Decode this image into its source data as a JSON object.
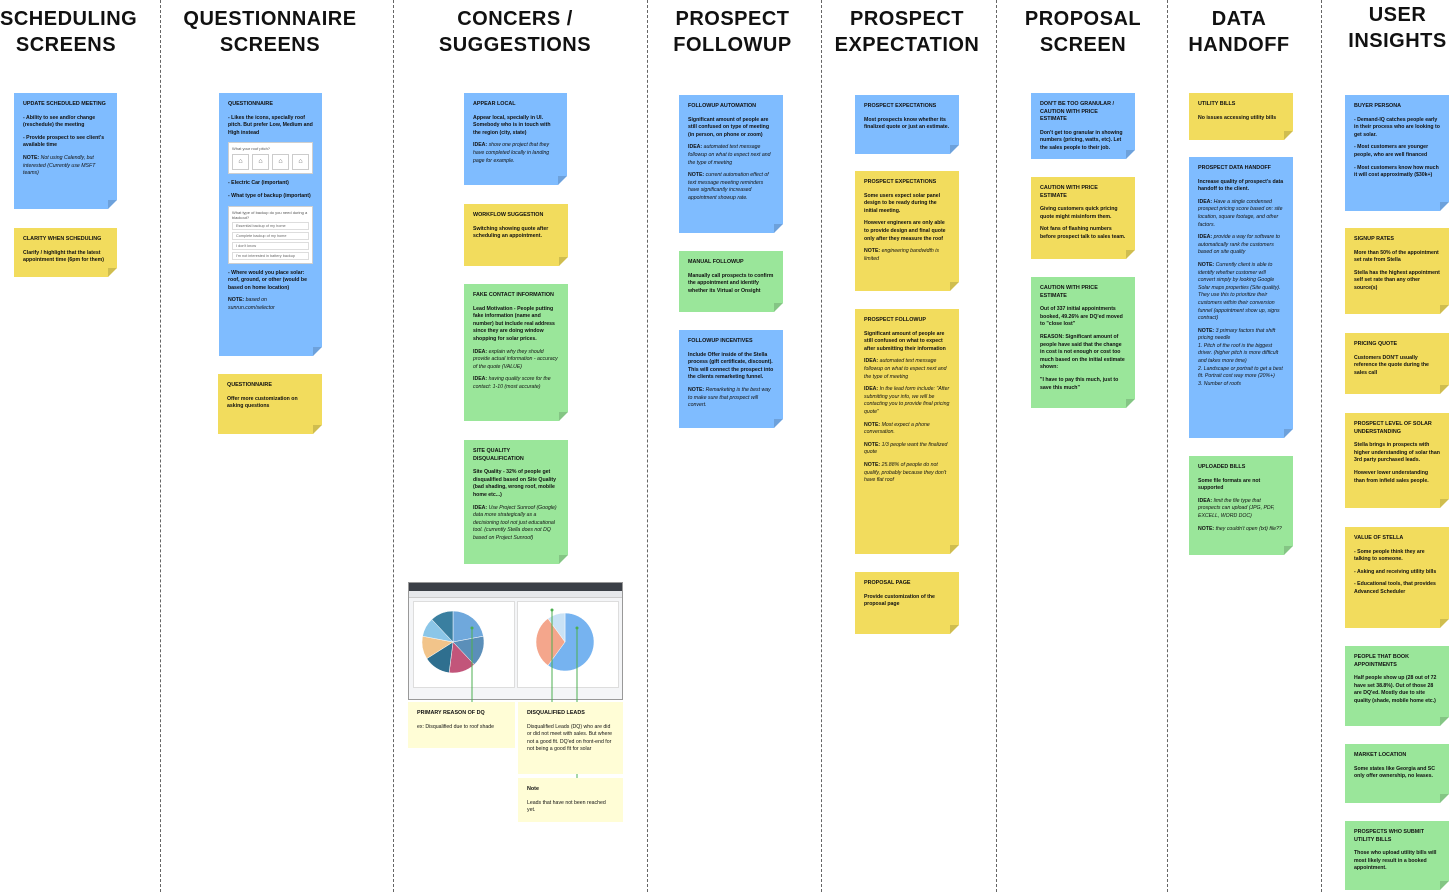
{
  "columns": [
    {
      "title": "SCHEDULING\nSCREENS"
    },
    {
      "title": "QUESTIONNAIRE\nSCREENS"
    },
    {
      "title": "CONCERS /\nSUGGESTIONS"
    },
    {
      "title": "PROSPECT\nFOLLOWUP"
    },
    {
      "title": "PROSPECT\nEXPECTATION"
    },
    {
      "title": "PROPOSAL\nSCREEN"
    },
    {
      "title": "DATA\nHANDOFF"
    },
    {
      "title": "USER\nINSIGHTS"
    }
  ],
  "sched": {
    "n1": {
      "title": "UPDATE SCHEDULED MEETING",
      "b1": "- Ability to see and/or change (reschedule) the meeting",
      "b2": "- Provide prospect to see client's available time",
      "note_label": "NOTE:",
      "note": "Not using Calendly, but interested (Currently use MSFT teams)"
    },
    "n2": {
      "title": "CLARITY WHEN SCHEDULING",
      "b1": "Clarify / highlight that the latest appointment time (6pm for them)"
    }
  },
  "quest": {
    "n1": {
      "title": "QUESTIONNAIRE",
      "b1": "- Likes the icons, specially roof pitch.  But prefer Low, Medium and High instead",
      "form1_label": "What your roof pitch?",
      "b2": "- Electric Car  (important)",
      "b3": "- What type of backup  (important)",
      "form2_label": "What type of backup do you need during a blackout?",
      "opt1": "Essential backup of my home",
      "opt2": "Complete backup of my home",
      "opt3": "I don't know",
      "opt4": "I'm not interested in battery backup",
      "b4": "- Where would you place solar: roof, ground, or other (would be based on home location)",
      "note_label": "NOTE:",
      "note": "based on sunrun.com/selector"
    },
    "n2": {
      "title": "QUESTIONNAIRE",
      "b1": "Offer more customization on asking questions"
    }
  },
  "concern": {
    "n1": {
      "title": "APPEAR LOCAL",
      "b1": "Appear local, specially in UI. Somebody who is in touch with the region (city, state)",
      "idea_label": "IDEA:",
      "idea": "show one project that they have completed locally in landing page for example."
    },
    "n2": {
      "title": "WORKFLOW SUGGESTION",
      "b1": "Switching showing quote after scheduling an appointment."
    },
    "n3": {
      "title": "FAKE CONTACT INFORMATION",
      "b1": "Lead Motivation - People putting fake information (name and number) but include real address since they are doing window shopping for solar prices.",
      "idea1_label": "IDEA:",
      "idea1": "explain why they should provide actual  information - accuracy of the quote (VALUE)",
      "idea2_label": "IDEA:",
      "idea2": "having quality score for the contact: 1-10 (most accurate)"
    },
    "n4": {
      "title": "SITE QUALITY DISQUALIFICATION",
      "b1": "Site Quality - 32% of people get disqualified based on Site Quality (bad shading, wrong roof, mobile home etc...)",
      "idea_label": "IDEA:",
      "idea": "Use Project Sunroof (Google) data more strategically as a decisioning tool not just educational tool. (currently Stella does not DQ based on Project Sunroof)"
    },
    "n5": {
      "title": "PRIMARY REASON OF DQ",
      "b1": "ex: Disqualified due to roof shade"
    },
    "n6": {
      "title": "DISQUALIFIED LEADS",
      "b1": "Disqualified Leads (DQ) who are did or did not meet with sales.  But where not a good fit.  DQ'ed on front-end for not being a good fit for solar"
    },
    "n7": {
      "title": "Note",
      "b1": "Leads that have not been reached yet."
    }
  },
  "follow": {
    "n1": {
      "title": "FOLLOWUP AUTOMATION",
      "b1": "Significant amount of people are still confused on type of meeting (in person, on phone or zoom)",
      "idea_label": "IDEA:",
      "idea": "automated text message followup on what to expect next and the type of meeting",
      "note_label": "NOTE:",
      "note": "current automation effect of text message meeting reminders have significantly increased appointment showup rate."
    },
    "n2": {
      "title": "MANUAL FOLLOWUP",
      "b1": "Manually call prospects to confirm the appointment and identify whether its Virtual or Onsight"
    },
    "n3": {
      "title": "FOLLOWUP INCENTIVES",
      "b1": "Include Offer inside of the Stella process (gift certificate, discount). This will connect the prospect into the clients remarketing funnel.",
      "note_label": "NOTE:",
      "note": "Remarketing is the best way to make sure that prospect will convert."
    }
  },
  "expect": {
    "n1": {
      "title": "PROSPECT EXPECTATIONS",
      "b1": "Most prospects know whether its finalized quote or just an estimate."
    },
    "n2": {
      "title": "PROSPECT EXPECTATIONS",
      "b1": "Some users expect solar panel design to be ready during the initial meeting.",
      "b2": "However engineers are only able to provide design and final quote only after they measure the roof",
      "note_label": "NOTE:",
      "note": "engineering bandwidth is limited"
    },
    "n3": {
      "title": "PROSPECT FOLLOWUP",
      "b1": "Significant amount of people are still confused on what to expect after submitting their information",
      "idea1_label": "IDEA:",
      "idea1": "automated text message followup on what to expect next and the type of meeting",
      "idea2_label": "IDEA:",
      "idea2": "In the lead form include: \"After submitting your info, we will be contacting you to provide final pricing quote\"",
      "note1_label": "NOTE:",
      "note1": "Most expect a phone conversation.",
      "note2_label": "NOTE:",
      "note2": "1/3 people want the finalized quote",
      "note3_label": "NOTE:",
      "note3": "25.88% of people do not qualify, probably because they don't have flat roof"
    },
    "n4": {
      "title": "PROPOSAL PAGE",
      "b1": "Provide customization of the proposal page"
    }
  },
  "proposal": {
    "n1": {
      "title": "DON'T BE TOO GRANULAR / CAUTION WITH PRICE ESTIMATE",
      "b1": "Don't get too granular in showing numbers (pricing, watts, etc).  Let the sales people to their job."
    },
    "n2": {
      "title": "CAUTION WITH PRICE ESTIMATE",
      "b1": "Giving customers quick pricing quote might misinform them.",
      "b2": "Not fans of flashing numbers before prospect talk to sales team."
    },
    "n3": {
      "title": "CAUTION WITH PRICE ESTIMATE",
      "b1": "Out of 337 initial appointments booked, 49.26% are DQ'ed moved to \"close lost\"",
      "b2": "REASON: Significant amount of people have said that the change in cost is not enough or cost too much based on the initial estimate shown:",
      "b3": "\"I have to pay this much, just to save this much\""
    }
  },
  "handoff": {
    "n1": {
      "title": "UTILITY BILLS",
      "b1": "No issues accessing utility bills"
    },
    "n2": {
      "title": "PROSPECT DATA HANDOFF",
      "b1": "Increase quality of prospect's data handoff to the client.",
      "idea1_label": "IDEA:",
      "idea1": "Have a single condensed prospect pricing score based on: site location, square footage, and other factors.",
      "idea2_label": "IDEA:",
      "idea2": "provide a way for software to automatically rank the customers based on site quality",
      "note1_label": "NOTE:",
      "note1": "Currently client is able to identify whether customer will convert simply by looking Google Solar maps properties (Site quality). They use this to prioritize their customers within their conversion funnel (appointment show up, signs contract)",
      "note2_label": "NOTE:",
      "note2": "3 primary factors that shift pricing needle",
      "f1": "1. Pitch of the roof is the biggest driver. (higher pitch is more difficult and takes more time)",
      "f2": "2. Landscape or portrait to get a best fit.  Portrait cost way more (20%+)",
      "f3": "3. Number of roofs"
    },
    "n3": {
      "title": "UPLOADED BILLS",
      "b1": "Some file formats are not supported",
      "idea_label": "IDEA:",
      "idea": "limit the file type that prospects can upload (JPG, PDF, EXCELL, WORD DOC)",
      "note_label": "NOTE:",
      "note": "they couldn't open (txt) file??"
    }
  },
  "insights": {
    "n1": {
      "title": "BUYER PERSONA",
      "b1": "- Demand-IQ catches people early in their process who are looking to get solar.",
      "b2": "- Most customers are younger people, who are well financed",
      "b3": "- Most customers know how much it will cost approximatly ($30k+)"
    },
    "n2": {
      "title": "SIGNUP RATES",
      "b1": "More than 50% of the appointment set rate from Stella",
      "b2": "Stella has the highest appointment self set rate than any other source(s)"
    },
    "n3": {
      "title": "PRICING QUOTE",
      "b1": "Customers DON'T usually reference the quote during the sales call"
    },
    "n4": {
      "title": "PROSPECT LEVEL OF SOLAR UNDERSTANDING",
      "b1": "Stella brings in prospects with higher understanding of solar than 3rd party purchased leads.",
      "b2": "However lower understanding than from infield sales people."
    },
    "n5": {
      "title": "VALUE OF STELLA",
      "b1": "- Some people think they are talking to someone.",
      "b2": "- Asking and receiving utility bills",
      "b3": "- Educational tools, that provides Advanced Scheduler"
    },
    "n6": {
      "title": "PEOPLE THAT BOOK APPOINTMENTS",
      "b1": "Half people show up (28 out of 72 have set 38.8%).  Out of those 28 are  DQ'ed.  Mostly due to site quality (shade, mobile home etc.)"
    },
    "n7": {
      "title": "MARKET LOCATION",
      "b1": "Some states like Georgia and SC only offer ownership, no leases."
    },
    "n8": {
      "title": "PROSPECTS WHO SUBMIT UTILITY BILLS",
      "b1": "Those who upload utility bills will most likely result in a booked appointment."
    }
  },
  "colors": {
    "blue": "#7fbcff",
    "yellow": "#f2dc5d",
    "green": "#9ae69a",
    "light": "#fffdd6",
    "connector": "#4caf50"
  },
  "chart_data": [
    {
      "type": "pie",
      "values": [
        22,
        16,
        14,
        14,
        12,
        10,
        12
      ]
    },
    {
      "type": "pie",
      "values": [
        60,
        30,
        10
      ]
    }
  ]
}
